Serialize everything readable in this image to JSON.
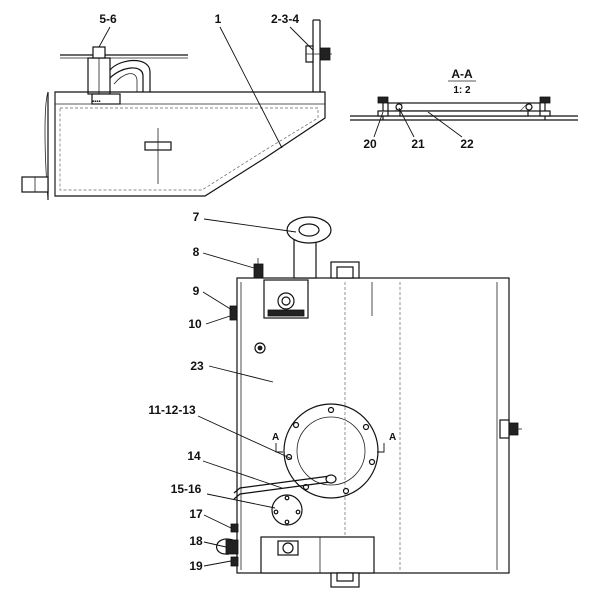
{
  "section": {
    "title": "A-A",
    "scale": "1: 2",
    "cut_label": "A"
  },
  "callouts": [
    {
      "id": "c-5-6",
      "text": "5-6"
    },
    {
      "id": "c-1",
      "text": "1"
    },
    {
      "id": "c-2-3-4",
      "text": "2-3-4"
    },
    {
      "id": "c-20",
      "text": "20"
    },
    {
      "id": "c-21",
      "text": "21"
    },
    {
      "id": "c-22",
      "text": "22"
    },
    {
      "id": "c-7",
      "text": "7"
    },
    {
      "id": "c-8",
      "text": "8"
    },
    {
      "id": "c-9",
      "text": "9"
    },
    {
      "id": "c-10",
      "text": "10"
    },
    {
      "id": "c-23",
      "text": "23"
    },
    {
      "id": "c-11-12-13",
      "text": "11-12-13"
    },
    {
      "id": "c-14",
      "text": "14"
    },
    {
      "id": "c-15-16",
      "text": "15-16"
    },
    {
      "id": "c-17",
      "text": "17"
    },
    {
      "id": "c-18",
      "text": "18"
    },
    {
      "id": "c-19",
      "text": "19"
    }
  ]
}
